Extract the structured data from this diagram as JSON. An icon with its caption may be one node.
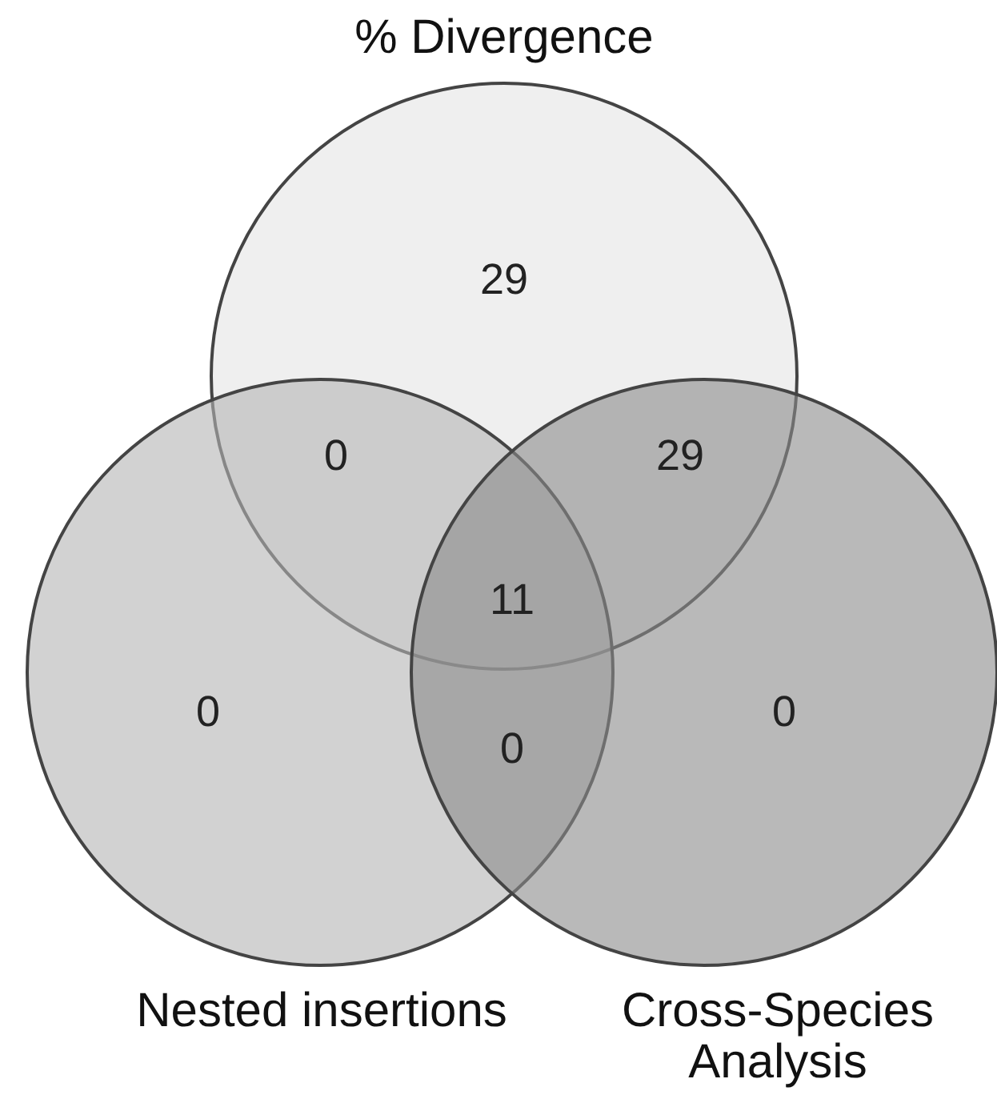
{
  "diagram": {
    "nodes": [
      {
        "text": [
          "% Divergence"
        ]
      },
      {
        "text": [
          "Nested insertions"
        ]
      },
      {
        "text": [
          "Cross-Species Analysis"
        ]
      }
    ],
    "labels": [
      "29",
      "0",
      "29",
      "11",
      "0",
      "0",
      "0"
    ]
  }
}
